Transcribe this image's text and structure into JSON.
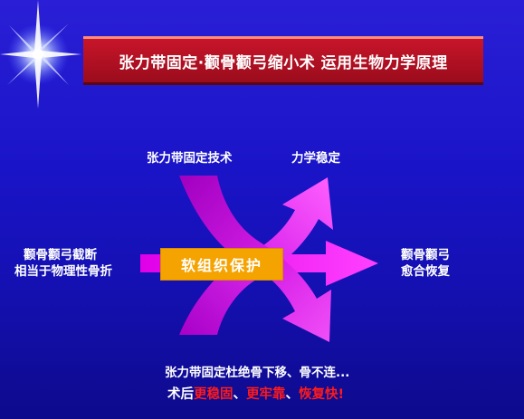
{
  "title": "张力带固定·颧骨颧弓缩小术 运用生物力学原理",
  "labels": {
    "top_left": "张力带固定技术",
    "top_right": "力学稳定",
    "left_line1": "颧骨颧弓截断",
    "left_line2": "相当于物理性骨折",
    "right_line1": "颧骨颧弓",
    "right_line2": "愈合恢复",
    "center_box": "软组织保护"
  },
  "bottom": {
    "line1": "张力带固定杜绝骨下移、骨不连...",
    "prefix": "术后",
    "part1": "更稳固",
    "sep1": "、",
    "part2": "更牢靠",
    "sep2": "、",
    "part3": "恢复快!"
  },
  "colors": {
    "background": "#1a14c8",
    "title_bg": "#b01020",
    "arrow_magenta": "#d400d4",
    "arrow_pink": "#ff33ff",
    "box_orange": "#f5a300",
    "highlight_red": "#ff1a1a"
  }
}
